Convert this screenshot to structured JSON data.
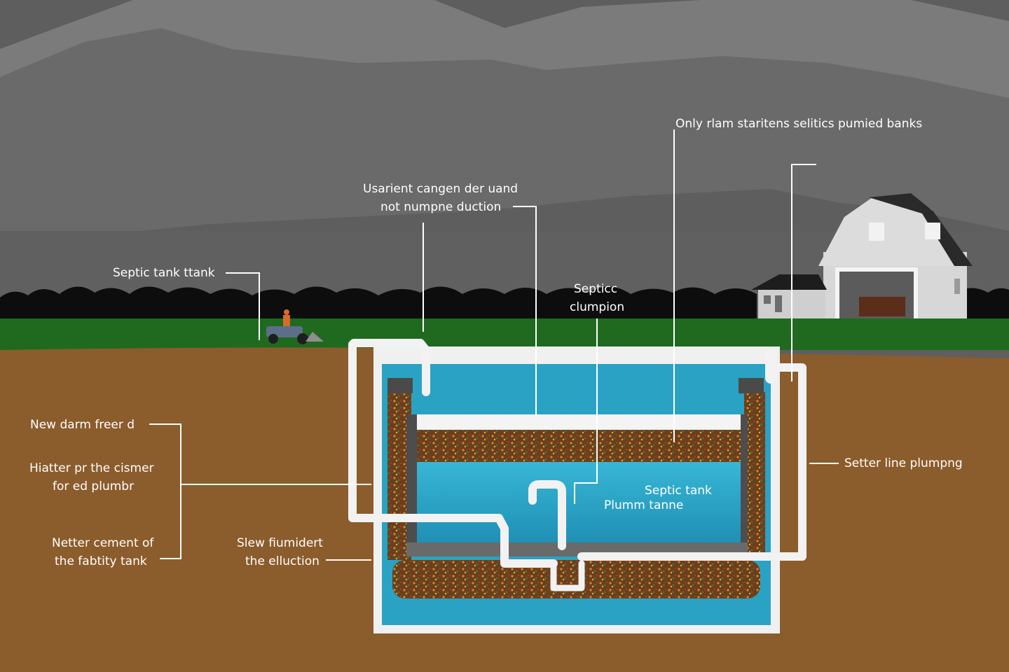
{
  "labels": {
    "top_right": "Only rlam staritens selitics pumied banks",
    "top_center_line1": "Usarient cangen der uand",
    "top_center_line2": "not numpne duction",
    "septic_tank_ttank": "Septic tank ttank",
    "septicc_line1": "Septicc",
    "septicc_line2": "clumpion",
    "new_darm": "New darm freer d",
    "hiatter_line1": "Hiatter pr the cismer",
    "hiatter_line2": "for ed plumbr",
    "netter_line1": "Netter cement of",
    "netter_line2": "the fabtity tank",
    "slew_line1": "Slew fiumidert",
    "slew_line2": "the elluction",
    "setter_line": "Setter line plumpng",
    "tank_inner_line1": "Septic tank",
    "tank_inner_line2": "Plumm tanne"
  },
  "colors": {
    "sky": "#5f5f5f",
    "mountain_far": "#7b7b7b",
    "mountain_near": "#686868",
    "treeline": "#0c0c0c",
    "grass": "#1f6a1f",
    "soil": "#8b5c2c",
    "water": "#29a8c8",
    "pipe": "#f2f2f2"
  }
}
